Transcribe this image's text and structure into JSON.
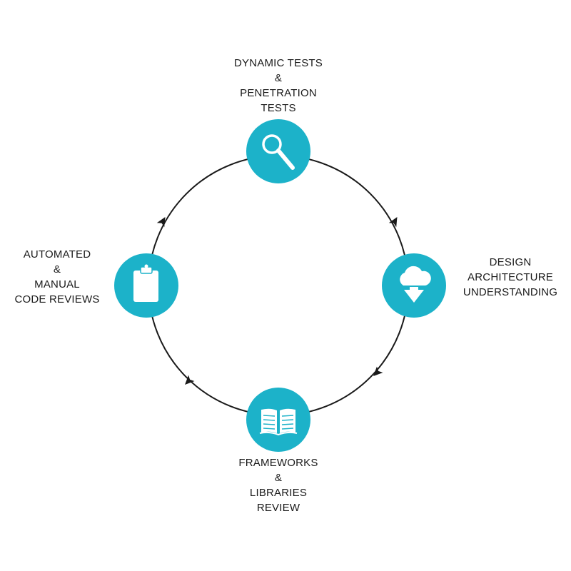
{
  "colors": {
    "accent": "#1cb2c9",
    "ring": "#1a1a1a",
    "icon": "#ffffff"
  },
  "stages": {
    "top": {
      "icon": "magnifier-icon",
      "lines": [
        "DYNAMIC TESTS",
        "&",
        "PENETRATION",
        "TESTS"
      ]
    },
    "right": {
      "icon": "cloud-download-icon",
      "lines": [
        "DESIGN",
        "ARCHITECTURE",
        "UNDERSTANDING"
      ]
    },
    "bottom": {
      "icon": "open-book-icon",
      "lines": [
        "FRAMEWORKS",
        "&",
        "LIBRARIES",
        "REVIEW"
      ]
    },
    "left": {
      "icon": "clipboard-icon",
      "lines": [
        "AUTOMATED",
        "&",
        "MANUAL",
        "CODE REVIEWS"
      ]
    }
  }
}
